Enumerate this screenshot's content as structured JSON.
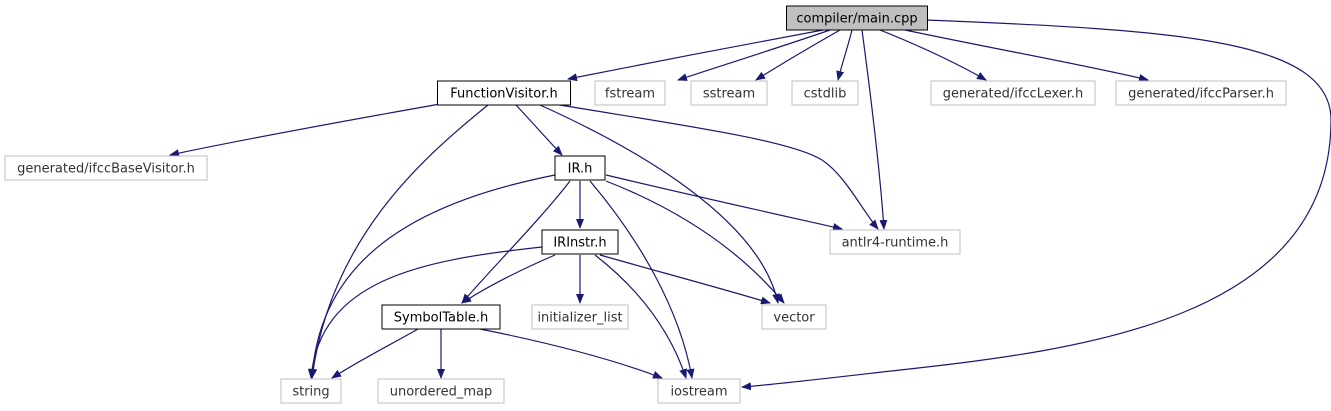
{
  "colors": {
    "edge": "#191970",
    "local_border": "#000000",
    "system_border": "#bfbfbf",
    "root_fill": "#bfbfbf",
    "node_fill": "#ffffff",
    "system_text": "#333333",
    "local_text": "#000000"
  },
  "nodes": [
    {
      "id": "main",
      "label": "compiler/main.cpp",
      "kind": "root"
    },
    {
      "id": "fv",
      "label": "FunctionVisitor.h",
      "kind": "local"
    },
    {
      "id": "fstream",
      "label": "fstream",
      "kind": "system"
    },
    {
      "id": "sstream",
      "label": "sstream",
      "kind": "system"
    },
    {
      "id": "cstdlib",
      "label": "cstdlib",
      "kind": "system"
    },
    {
      "id": "lexer",
      "label": "generated/ifccLexer.h",
      "kind": "system"
    },
    {
      "id": "parser",
      "label": "generated/ifccParser.h",
      "kind": "system"
    },
    {
      "id": "basevisitor",
      "label": "generated/ifccBaseVisitor.h",
      "kind": "system"
    },
    {
      "id": "irh",
      "label": "IR.h",
      "kind": "local"
    },
    {
      "id": "antlr",
      "label": "antlr4-runtime.h",
      "kind": "system"
    },
    {
      "id": "irinstr",
      "label": "IRInstr.h",
      "kind": "local"
    },
    {
      "id": "symtab",
      "label": "SymbolTable.h",
      "kind": "local"
    },
    {
      "id": "initlist",
      "label": "initializer_list",
      "kind": "system"
    },
    {
      "id": "vector",
      "label": "vector",
      "kind": "system"
    },
    {
      "id": "string",
      "label": "string",
      "kind": "system"
    },
    {
      "id": "umap",
      "label": "unordered_map",
      "kind": "system"
    },
    {
      "id": "iostream",
      "label": "iostream",
      "kind": "system"
    }
  ],
  "edges": [
    {
      "from": "main",
      "to": "fv"
    },
    {
      "from": "main",
      "to": "fstream"
    },
    {
      "from": "main",
      "to": "sstream"
    },
    {
      "from": "main",
      "to": "cstdlib"
    },
    {
      "from": "main",
      "to": "lexer"
    },
    {
      "from": "main",
      "to": "parser"
    },
    {
      "from": "main",
      "to": "antlr"
    },
    {
      "from": "main",
      "to": "iostream"
    },
    {
      "from": "fv",
      "to": "basevisitor"
    },
    {
      "from": "fv",
      "to": "irh"
    },
    {
      "from": "fv",
      "to": "antlr"
    },
    {
      "from": "fv",
      "to": "vector"
    },
    {
      "from": "fv",
      "to": "string"
    },
    {
      "from": "irh",
      "to": "antlr"
    },
    {
      "from": "irh",
      "to": "irinstr"
    },
    {
      "from": "irh",
      "to": "symtab"
    },
    {
      "from": "irh",
      "to": "vector"
    },
    {
      "from": "irh",
      "to": "string"
    },
    {
      "from": "irh",
      "to": "iostream"
    },
    {
      "from": "irinstr",
      "to": "symtab"
    },
    {
      "from": "irinstr",
      "to": "initlist"
    },
    {
      "from": "irinstr",
      "to": "vector"
    },
    {
      "from": "irinstr",
      "to": "string"
    },
    {
      "from": "irinstr",
      "to": "iostream"
    },
    {
      "from": "symtab",
      "to": "string"
    },
    {
      "from": "symtab",
      "to": "umap"
    },
    {
      "from": "symtab",
      "to": "iostream"
    }
  ]
}
